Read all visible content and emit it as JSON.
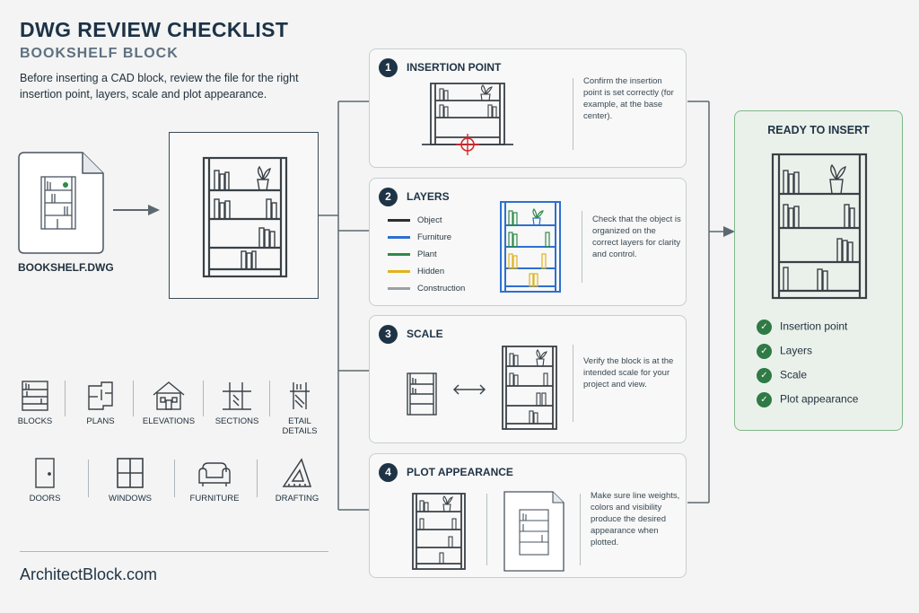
{
  "header": {
    "title": "DWG REVIEW CHECKLIST",
    "subtitle": "BOOKSHELF BLOCK",
    "intro": "Before inserting a CAD block, review the file for the right insertion point, layers, scale and plot appearance."
  },
  "file": {
    "label": "BOOKSHELF.DWG",
    "icon": "dwg-file-icon"
  },
  "cards": [
    {
      "num": "1",
      "title": "INSERTION POINT",
      "desc": "Confirm the insertion point is set correctly (for example, at the base center)."
    },
    {
      "num": "2",
      "title": "LAYERS",
      "desc": "Check that the object is organized on the correct layers for clarity and control.",
      "layers": [
        {
          "name": "Object",
          "color": "#2b2f33"
        },
        {
          "name": "Furniture",
          "color": "#2f6fd1"
        },
        {
          "name": "Plant",
          "color": "#2e8a4a"
        },
        {
          "name": "Hidden",
          "color": "#e0b21e"
        },
        {
          "name": "Construction",
          "color": "#9aa1a6"
        }
      ]
    },
    {
      "num": "3",
      "title": "SCALE",
      "desc": "Verify the block is at the intended scale for your project and view."
    },
    {
      "num": "4",
      "title": "PLOT APPEARANCE",
      "desc": "Make sure line weights, colors and visibility produce the desired appearance when plotted."
    }
  ],
  "ready": {
    "title": "READY TO INSERT",
    "checks": [
      "Insertion point",
      "Layers",
      "Scale",
      "Plot appearance"
    ]
  },
  "categories": {
    "row1": [
      {
        "label": "BLOCKS",
        "icon": "bookshelf-icon"
      },
      {
        "label": "PLANS",
        "icon": "floor-plan-icon"
      },
      {
        "label": "ELEVATIONS",
        "icon": "house-elevation-icon"
      },
      {
        "label": "SECTIONS",
        "icon": "section-icon"
      },
      {
        "label": "ETAIL DETAILS",
        "icon": "detail-icon"
      }
    ],
    "row2": [
      {
        "label": "DOORS",
        "icon": "door-icon"
      },
      {
        "label": "WINDOWS",
        "icon": "window-icon"
      },
      {
        "label": "FURNITURE",
        "icon": "sofa-icon"
      },
      {
        "label": "DRAFTING",
        "icon": "triangle-ruler-icon"
      }
    ]
  },
  "footer": {
    "brand": "ArchitectBlock.com"
  }
}
